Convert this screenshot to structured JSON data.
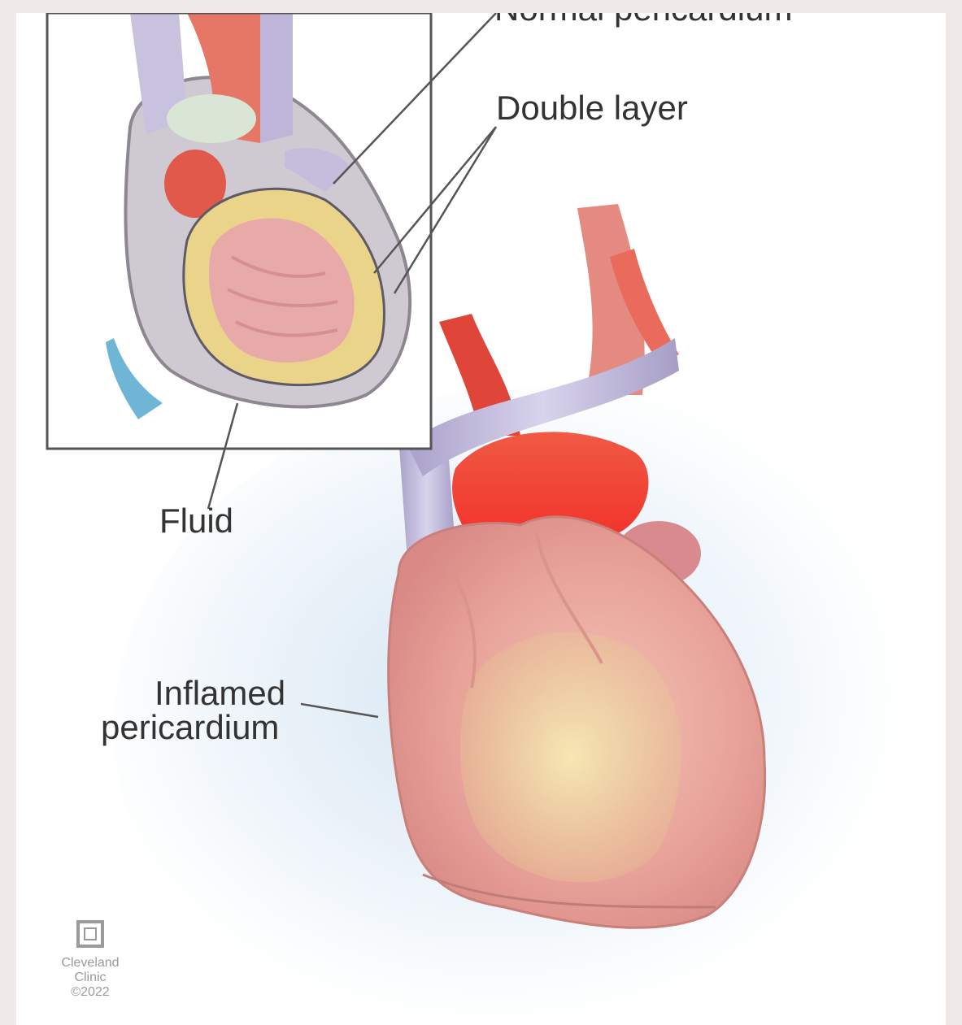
{
  "labels": {
    "top_cut": "Normal pericardium",
    "double_layer": "Double layer",
    "fluid": "Fluid",
    "inflamed_line1": "Inflamed",
    "inflamed_line2": "pericardium"
  },
  "logo": {
    "line1": "Cleveland",
    "line2": "Clinic",
    "line3": "©2022"
  },
  "colors": {
    "frame_background": "#efe9e7",
    "canvas": "#ffffff",
    "glow": "#cfe1f1",
    "heart_tissue": "#e9a49a",
    "artery_red": "#ef3b2f",
    "vein_lavender": "#c6bfe0",
    "fat_yellow": "#ecd58a",
    "label_text": "#333333"
  }
}
